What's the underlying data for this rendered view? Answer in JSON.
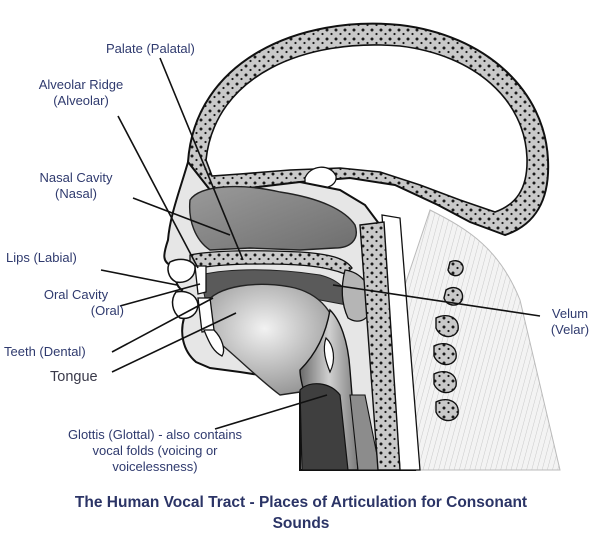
{
  "labels": {
    "palate": "Palate (Palatal)",
    "alveolar_1": "Alveolar Ridge",
    "alveolar_2": "(Alveolar)",
    "nasal_1": "Nasal Cavity",
    "nasal_2": "(Nasal)",
    "lips": "Lips (Labial)",
    "oral_1": "Oral Cavity",
    "oral_2": "(Oral)",
    "teeth": "Teeth (Dental)",
    "tongue": "Tongue",
    "velum_1": "Velum",
    "velum_2": "(Velar)",
    "glottis_1": "Glottis (Glottal) - also contains",
    "glottis_2": "vocal folds (voicing or",
    "glottis_3": "voicelessness)"
  },
  "caption": {
    "line1": "The Human Vocal Tract - Places of Articulation for Consonant",
    "line2": "Sounds"
  }
}
